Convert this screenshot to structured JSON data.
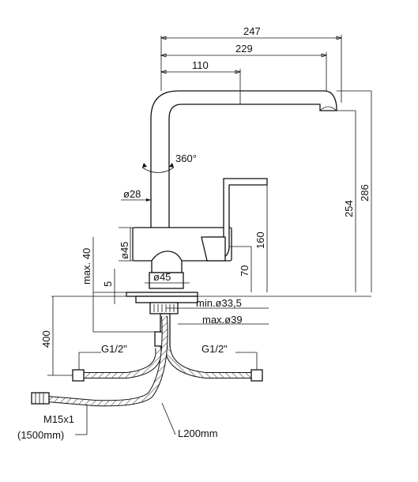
{
  "dimensions": {
    "overall_reach": "247",
    "reach_229": "229",
    "reach_110": "110",
    "rotation": "360°",
    "spout_diameter": "ø28",
    "body_diameter": "ø45",
    "base_diameter": "ø45",
    "height_254": "254",
    "height_286": "286",
    "height_160": "160",
    "height_70": "70",
    "deck_max": "max. 40",
    "base_5": "5",
    "hole_min": "min.ø33,5",
    "hole_max": "max.ø39",
    "hose_length_400": "400",
    "connector_left": "G1/2\"",
    "connector_right": "G1/2\"",
    "pullout_thread": "M15x1",
    "pullout_length": "(1500mm)",
    "supply_hose_length": "L200mm"
  }
}
